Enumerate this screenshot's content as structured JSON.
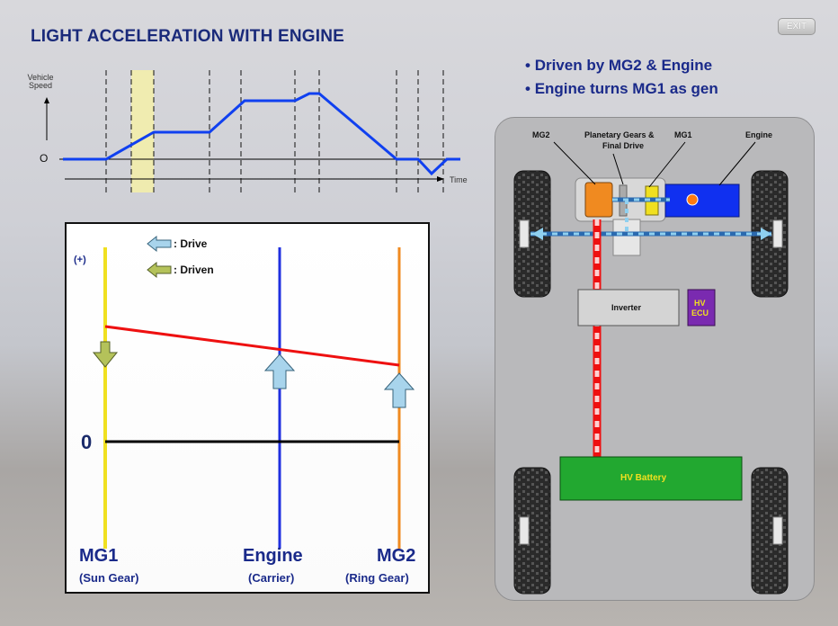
{
  "title": "LIGHT ACCELERATION WITH ENGINE",
  "exit_label": "EXIT",
  "bullets": [
    "Driven by MG2 & Engine",
    "Engine turns MG1 as gen"
  ],
  "speed_graph": {
    "ylabel": "Vehicle Speed",
    "zero_label": "O",
    "xlabel": "Time"
  },
  "nomograph": {
    "plus_label": "(+)",
    "zero_label": "0",
    "legend": [
      {
        "label": ": Drive",
        "color": "#a8d4ec"
      },
      {
        "label": ": Driven",
        "color": "#b4c25a"
      }
    ],
    "axes": [
      {
        "name": "MG1",
        "sub": "(Sun Gear)",
        "color": "#f0e020"
      },
      {
        "name": "Engine",
        "sub": "(Carrier)",
        "color": "#2030e0"
      },
      {
        "name": "MG2",
        "sub": "(Ring Gear)",
        "color": "#f08a20"
      }
    ]
  },
  "vehicle": {
    "labels": {
      "mg2": "MG2",
      "planetary": "Planetary Gears &",
      "final_drive": "Final Drive",
      "mg1": "MG1",
      "engine": "Engine",
      "inverter": "Inverter",
      "hv_ecu_1": "HV",
      "hv_ecu_2": "ECU",
      "battery": "HV Battery"
    }
  }
}
